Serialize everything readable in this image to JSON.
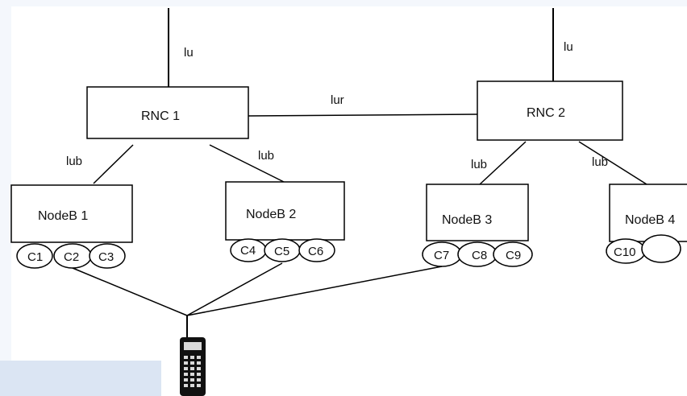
{
  "diagram": {
    "colors": {
      "stroke": "#000000",
      "box_fill": "#ffffff",
      "background": "#f4f7fc",
      "left_strip": "#dbe5f3"
    },
    "nodes": {
      "rnc1": "RNC 1",
      "rnc2": "RNC 2",
      "nodeb1": "NodeB 1",
      "nodeb2": "NodeB 2",
      "nodeb3": "NodeB 3",
      "nodeb4": "NodeB 4"
    },
    "links": {
      "iu_left": "lu",
      "iu_right": "lu",
      "iur": "lur",
      "iub_1": "lub",
      "iub_2": "lub",
      "iub_3": "lub",
      "iub_4": "lub"
    },
    "cells": {
      "c1": "C1",
      "c2": "C2",
      "c3": "C3",
      "c4": "C4",
      "c5": "C5",
      "c6": "C6",
      "c7": "C7",
      "c8": "C8",
      "c9": "C9",
      "c10": "C10",
      "c11": ""
    },
    "icons": {
      "mobile": "mobile-phone-icon"
    }
  }
}
